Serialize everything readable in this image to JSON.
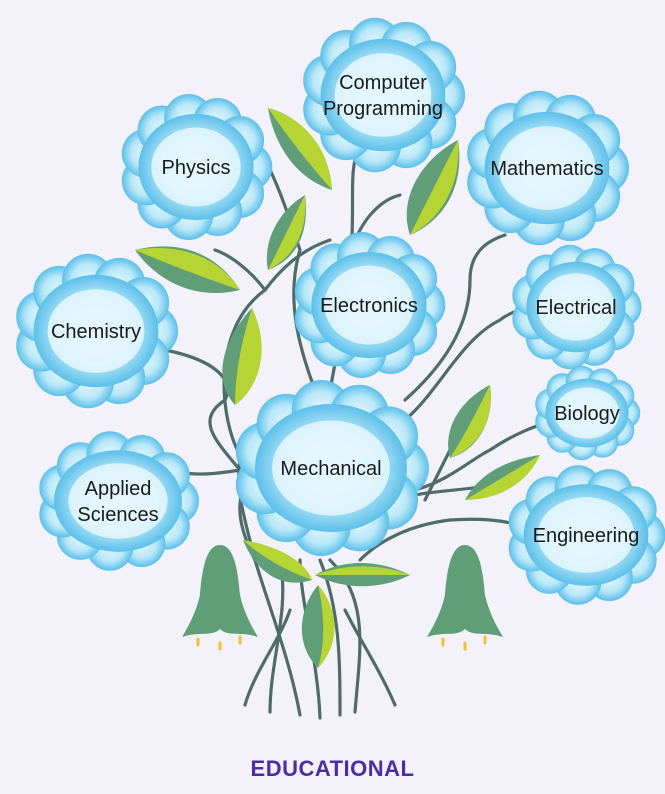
{
  "colors": {
    "background": "#f3f2fb",
    "cloud_light": "#e6f7fd",
    "cloud_mid": "#a9e2f6",
    "cloud_dark": "#44b5e6",
    "stem": "#4f6b6c",
    "leaf_dark": "#5f9e76",
    "leaf_light": "#b6d433",
    "caption": "#4b2ea6"
  },
  "clouds": [
    {
      "id": "computer-programming",
      "lines": [
        "Computer",
        "Programming"
      ]
    },
    {
      "id": "physics",
      "lines": [
        "Physics"
      ]
    },
    {
      "id": "mathematics",
      "lines": [
        "Mathematics"
      ]
    },
    {
      "id": "electronics",
      "lines": [
        "Electronics"
      ]
    },
    {
      "id": "chemistry",
      "lines": [
        "Chemistry"
      ]
    },
    {
      "id": "electrical",
      "lines": [
        "Electrical"
      ]
    },
    {
      "id": "biology",
      "lines": [
        "Biology"
      ]
    },
    {
      "id": "mechanical",
      "lines": [
        "Mechanical"
      ]
    },
    {
      "id": "applied-sciences",
      "lines": [
        "Applied",
        "Sciences"
      ]
    },
    {
      "id": "engineering",
      "lines": [
        "Engineering"
      ]
    }
  ],
  "caption": "EDUCATIONAL"
}
